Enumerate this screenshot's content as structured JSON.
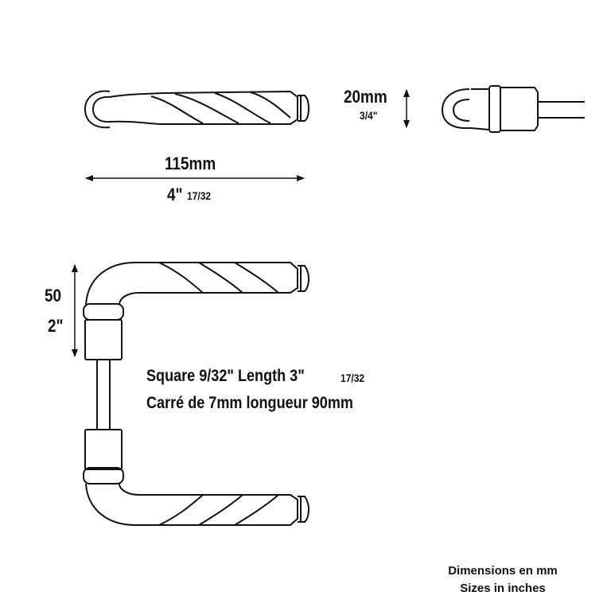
{
  "top_view": {
    "height_mm": "20mm",
    "height_in": "3/4\"",
    "length_mm": "115mm",
    "length_in_whole": "4\"",
    "length_in_frac": "17/32"
  },
  "side_view": {
    "offset_mm": "50",
    "offset_in": "2\""
  },
  "spindle": {
    "line_en_main": "Square 9/32\" Length  3\"",
    "line_en_frac": "17/32",
    "line_fr": "Carré de 7mm longueur 90mm"
  },
  "footer": {
    "line1": "Dimensions en mm",
    "line2": "Sizes in inches"
  }
}
